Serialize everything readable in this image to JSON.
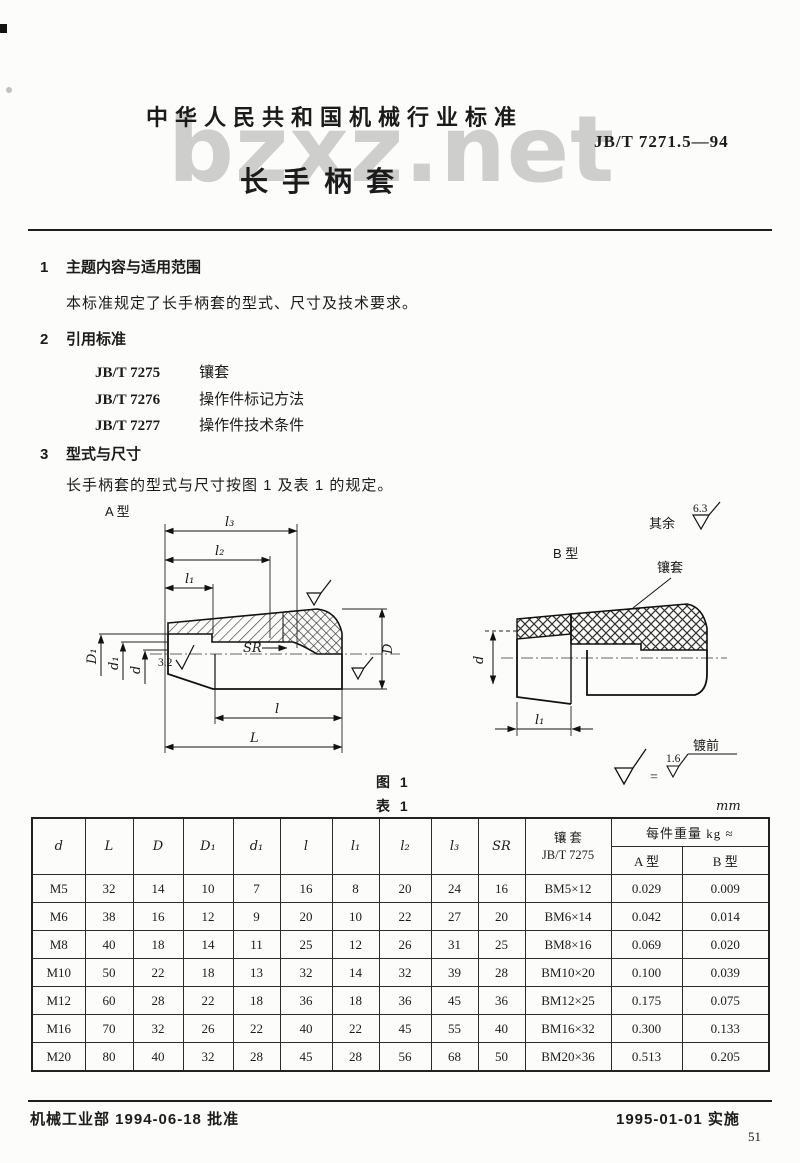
{
  "page": {
    "org_label": "中华人民共和国机械行业标准",
    "standard_no": "JB/T 7271.5—94",
    "title": "长手柄套",
    "watermark": "bzxz.net"
  },
  "sections": [
    {
      "no": "1",
      "heading": "主题内容与适用范围",
      "body": "本标准规定了长手柄套的型式、尺寸及技术要求。"
    },
    {
      "no": "2",
      "heading": "引用标准",
      "refs": [
        {
          "code": "JB/T 7275",
          "name": "镶套"
        },
        {
          "code": "JB/T 7276",
          "name": "操作件标记方法"
        },
        {
          "code": "JB/T 7277",
          "name": "操作件技术条件"
        }
      ]
    },
    {
      "no": "3",
      "heading": "型式与尺寸",
      "body": "长手柄套的型式与尺寸按图 1 及表 1 的规定。"
    }
  ],
  "figure": {
    "caption": "图 1",
    "type_a": {
      "label": "A 型",
      "dims": {
        "l3": "l₃",
        "l2": "l₂",
        "l1": "l₁",
        "D1": "D₁",
        "d1": "d₁",
        "d": "d",
        "D": "D",
        "l": "l",
        "L": "L",
        "sr": "SR",
        "roughness": "3.2"
      }
    },
    "type_b": {
      "label": "B 型",
      "insert_label": "镶套",
      "rest_label": "其余",
      "rest_value": "6.3",
      "d": "d",
      "l1": "l₁",
      "plating_label": "镀前",
      "plating_value": "1.6",
      "equals": "="
    }
  },
  "table": {
    "caption": "表 1",
    "unit": "mm",
    "headers": [
      "d",
      "L",
      "D",
      "D₁",
      "d₁",
      "l",
      "l₁",
      "l₂",
      "l₃",
      "SR"
    ],
    "sleeve_header_line1": "镶  套",
    "sleeve_header_line2": "JB/T 7275",
    "weight_header": "每件重量  kg ≈",
    "weight_sub": [
      "A 型",
      "B 型"
    ],
    "rows": [
      [
        "M5",
        "32",
        "14",
        "10",
        "7",
        "16",
        "8",
        "20",
        "24",
        "16",
        "BM5×12",
        "0.029",
        "0.009"
      ],
      [
        "M6",
        "38",
        "16",
        "12",
        "9",
        "20",
        "10",
        "22",
        "27",
        "20",
        "BM6×14",
        "0.042",
        "0.014"
      ],
      [
        "M8",
        "40",
        "18",
        "14",
        "11",
        "25",
        "12",
        "26",
        "31",
        "25",
        "BM8×16",
        "0.069",
        "0.020"
      ],
      [
        "M10",
        "50",
        "22",
        "18",
        "13",
        "32",
        "14",
        "32",
        "39",
        "28",
        "BM10×20",
        "0.100",
        "0.039"
      ],
      [
        "M12",
        "60",
        "28",
        "22",
        "18",
        "36",
        "18",
        "36",
        "45",
        "36",
        "BM12×25",
        "0.175",
        "0.075"
      ],
      [
        "M16",
        "70",
        "32",
        "26",
        "22",
        "40",
        "22",
        "45",
        "55",
        "40",
        "BM16×32",
        "0.300",
        "0.133"
      ],
      [
        "M20",
        "80",
        "40",
        "32",
        "28",
        "45",
        "28",
        "56",
        "68",
        "50",
        "BM20×36",
        "0.513",
        "0.205"
      ]
    ]
  },
  "footer": {
    "left": "机械工业部 1994-06-18 批准",
    "right": "1995-01-01 实施",
    "page_no": "51"
  }
}
